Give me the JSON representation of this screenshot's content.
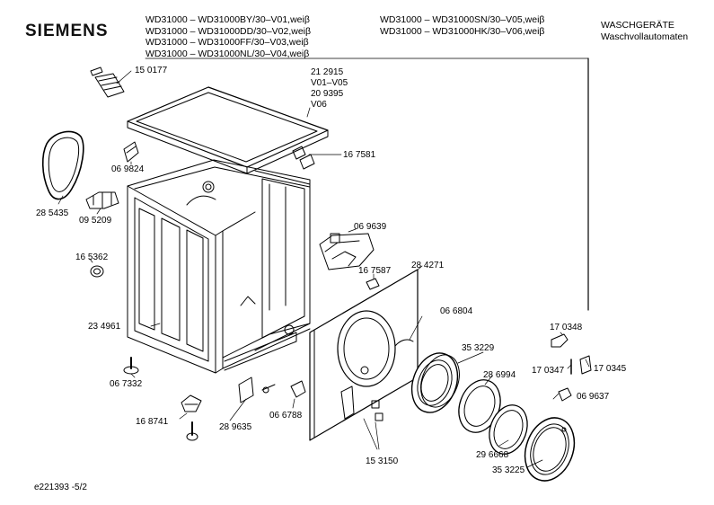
{
  "header": {
    "brand": "SIEMENS",
    "models_left": [
      "WD31000 – WD31000BY/30–V01,weiβ",
      "WD31000 – WD31000DD/30–V02,weiβ",
      "WD31000 – WD31000FF/30–V03,weiβ",
      "WD31000 – WD31000NL/30–V04,weiβ"
    ],
    "models_right": [
      "WD31000 – WD31000SN/30–V05,weiβ",
      "WD31000 – WD31000HK/30–V06,weiβ"
    ],
    "category_line1": "WASCHGERÄTE",
    "category_line2": "Waschvollautomaten"
  },
  "parts": {
    "p150177": "15 0177",
    "p212915": "21 2915",
    "v01v05": "V01–V05",
    "p209395": "20 9395",
    "v06": "V06",
    "p069824": "06 9824",
    "p167581": "16 7581",
    "p285435": "28 5435",
    "p095209": "09 5209",
    "p069639": "06 9639",
    "p165362": "16 5362",
    "p167587": "16 7587",
    "p284271": "28 4271",
    "p066804": "06 6804",
    "p234961": "23 4961",
    "p353229": "35 3229",
    "p170348": "17 0348",
    "p170347": "17 0347",
    "p170345": "17 0345",
    "p286994": "28 6994",
    "p067332": "06 7332",
    "p069637": "06 9637",
    "p168741": "16 8741",
    "p289635": "28 9635",
    "p066788": "06 6788",
    "p296668": "29 6668",
    "p153150": "15 3150",
    "p353225": "35 3225"
  },
  "footer": {
    "doc_id": "e221393  -5/2"
  }
}
